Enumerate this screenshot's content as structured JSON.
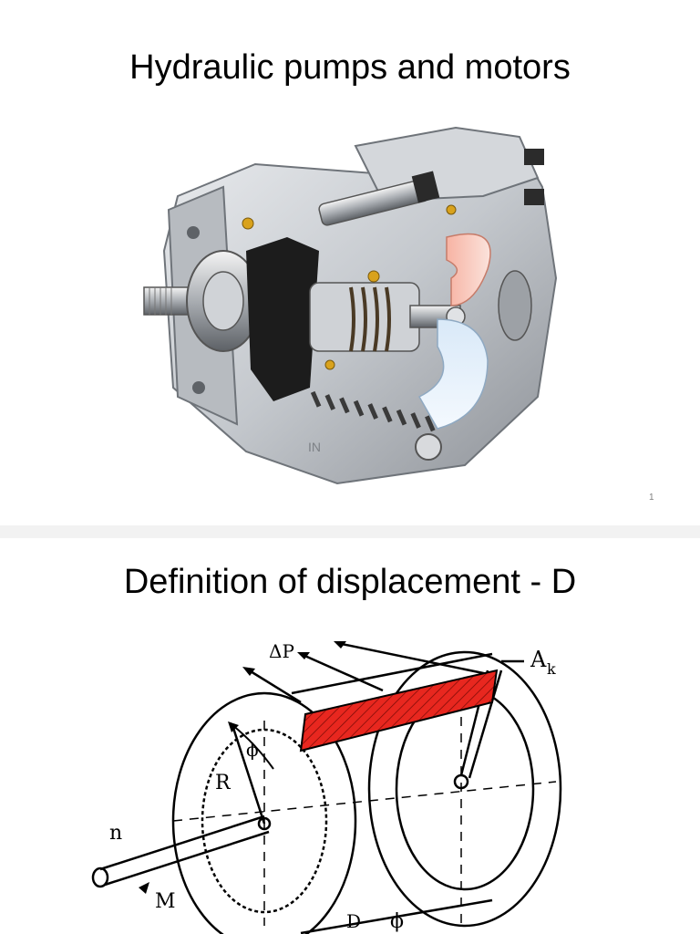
{
  "slides": [
    {
      "title": "Hydraulic pumps and motors",
      "page_number": "1",
      "figure": "pump-cutaway-illustration"
    },
    {
      "title": "Definition of displacement - D",
      "figure": "displacement-diagram",
      "diagram_labels": {
        "delta_p": "ΔP",
        "a": "A",
        "k": "k",
        "r": "R",
        "phi": "ϕ",
        "n": "n",
        "m": "M",
        "bottom_left": "D",
        "bottom_right": "ϕ"
      }
    }
  ],
  "colors": {
    "hatch_fill": "#e8271f",
    "metal": "#c4c8cd",
    "shadow": "#1c1c1c"
  }
}
